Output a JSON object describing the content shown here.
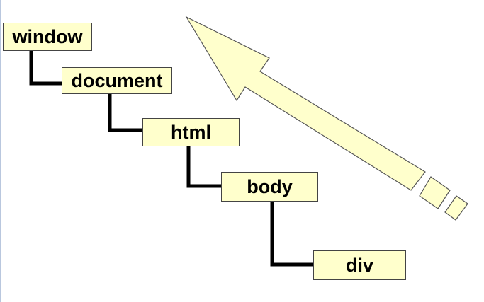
{
  "diagram": {
    "nodes": [
      {
        "id": "window",
        "label": "window"
      },
      {
        "id": "document",
        "label": "document"
      },
      {
        "id": "html",
        "label": "html"
      },
      {
        "id": "body",
        "label": "body"
      },
      {
        "id": "div",
        "label": "div"
      }
    ],
    "edges": [
      {
        "from": "window",
        "to": "document"
      },
      {
        "from": "document",
        "to": "html"
      },
      {
        "from": "html",
        "to": "body"
      },
      {
        "from": "body",
        "to": "div"
      }
    ],
    "colors": {
      "node_fill": "#ffffcc",
      "node_border": "#444444",
      "connector": "#000000",
      "arrow_fill": "#ffffcc",
      "arrow_stroke": "#555555"
    }
  }
}
